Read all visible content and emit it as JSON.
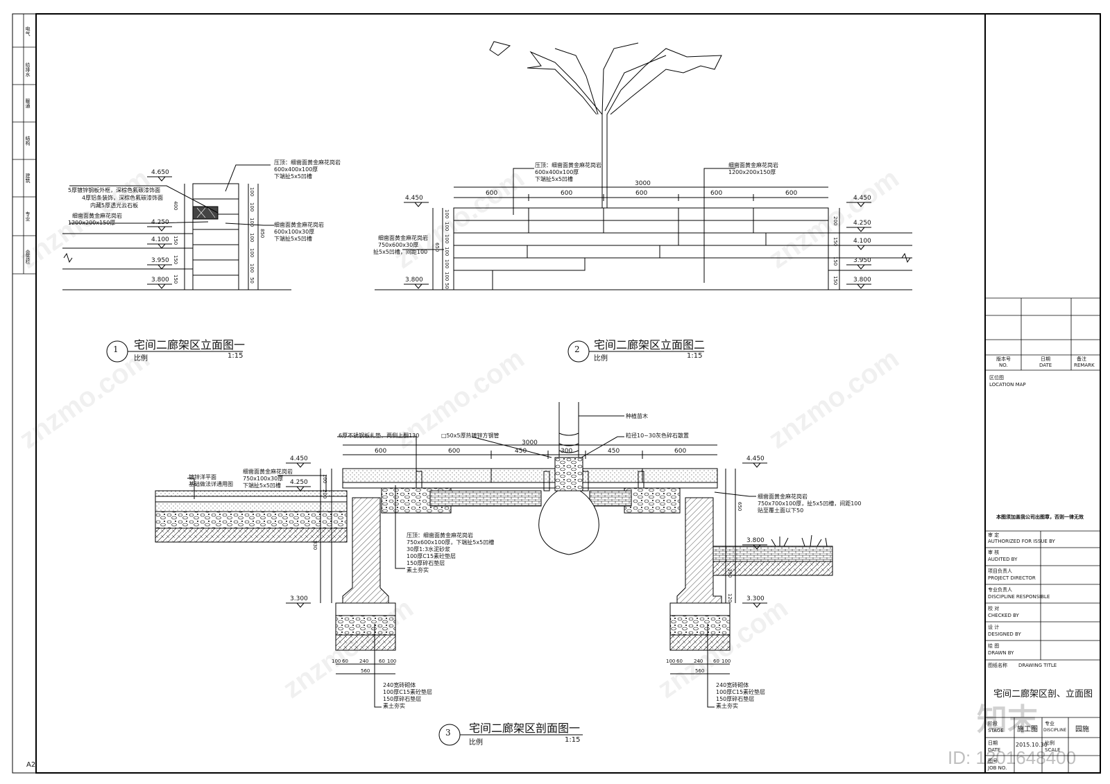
{
  "side_strip": [
    "电气",
    "给排水",
    "暖通",
    "结构",
    "建筑",
    "专业",
    "会签栏"
  ],
  "fig1": {
    "num": "1",
    "title": "宅间二廊架区立面图一",
    "scale_label": "比例",
    "scale": "1:15",
    "levels": [
      "4.650",
      "4.250",
      "4.100",
      "3.950",
      "3.800"
    ],
    "notes": [
      "压顶：细凿面黄金麻花岗岩",
      "600x400x100厚",
      "下端扯5x5凹槽",
      "5厚镀锌钢板外框，深棕色氟碳漆饰面",
      "4厚铝条装饰，深棕色氟碳漆饰面",
      "内藏5厚透光云石板",
      "细凿面黄金麻花岗岩",
      "1200x200x150厚",
      "细凿面黄金麻花岗岩",
      "600x100x30厚",
      "下端扯5x5凹槽"
    ],
    "dims_v": [
      "100",
      "100",
      "100",
      "100",
      "100",
      "100",
      "100",
      "50"
    ],
    "dims_side": [
      "400",
      "150",
      "150",
      "150"
    ],
    "dim_total": "850"
  },
  "fig2": {
    "num": "2",
    "title": "宅间二廊架区立面图二",
    "scale_label": "比例",
    "scale": "1:15",
    "total": "3000",
    "segments": [
      "600",
      "600",
      "600",
      "600",
      "600"
    ],
    "levels_left": [
      "4.450",
      "3.800"
    ],
    "levels_right": [
      "4.450",
      "4.250",
      "4.100",
      "3.950",
      "3.800"
    ],
    "notes": [
      "压顶：细凿面黄金麻花岗岩",
      "600x400x100厚",
      "下端扯5x5凹槽",
      "细凿面黄金麻花岗岩",
      "1200x200x150厚",
      "细凿面黄金麻花岗岩",
      "750x600x30厚",
      "扯5x5凹槽，间距100"
    ],
    "dims_left": [
      "100",
      "100",
      "100",
      "100",
      "100",
      "100",
      "50"
    ],
    "dim_left_total": "650",
    "dims_right": [
      "200",
      "150",
      "150",
      "150"
    ]
  },
  "fig3": {
    "num": "3",
    "title": "宅间二廊架区剖面图一",
    "scale_label": "比例",
    "scale": "1:15",
    "total": "3000",
    "segments": [
      "600",
      "600",
      "450",
      "300",
      "450",
      "600"
    ],
    "levels": [
      "4.450",
      "4.250",
      "3.300",
      "4.450",
      "3.800",
      "3.300"
    ],
    "notes_top": [
      "6厚不锈钢板扎垫，两侧上翻130",
      "□50x5厚热镀锌方钢管",
      "种植苗木",
      "粒径10~30灰色碎石散置"
    ],
    "notes_left": [
      "镀锌洋平面",
      "基础做法详通用图",
      "细凿面黄金麻花岗岩",
      "750x100x30厚",
      "下端扯5x5凹槽"
    ],
    "notes_mid": [
      "压顶：细凿面黄金麻花岗岩",
      "750x600x100厚，下端扯5x5凹槽",
      "30厚1:3水泥砂浆",
      "100厚C15素砼垫层",
      "150厚碎石垫层",
      "素土夯实"
    ],
    "notes_right": [
      "细凿面黄金麻花岗岩",
      "750x700x100厚，扯5x5凹槽，间距100",
      "贴至覆土面以下50"
    ],
    "foot_notes": [
      "240宽砖砌体",
      "100厚C15素砼垫层",
      "150厚碎石垫层",
      "素土夯实"
    ],
    "dims_left": [
      "100",
      "200",
      "830"
    ],
    "dims_right": [
      "650",
      "390",
      "120"
    ],
    "foot_dims": [
      "100",
      "60",
      "240",
      "60",
      "100"
    ],
    "foot_total": "560"
  },
  "title_block": {
    "rev_headers": [
      [
        "版本号",
        "NO."
      ],
      [
        "日期",
        "DATE"
      ],
      [
        "备注",
        "REMARK"
      ]
    ],
    "location": [
      "区位图",
      "LOCATION MAP"
    ],
    "notice": "本图须加盖我公司出图章，否则一律无效",
    "roles": [
      [
        "审 定",
        "AUTHORIZED FOR ISSUE BY"
      ],
      [
        "审 核",
        "AUDITED BY"
      ],
      [
        "项目负责人",
        "PROJECT DIRECTOR"
      ],
      [
        "专业负责人",
        "DISCIPLINE RESPONSIBLE"
      ],
      [
        "校 对",
        "CHECKED BY"
      ],
      [
        "设 计",
        "DESIGNED BY"
      ],
      [
        "绘 图",
        "DRAWN BY"
      ]
    ],
    "drawing_title_label": [
      "图纸名称",
      "DRAWING TITLE"
    ],
    "drawing_title": "宅间二廊架区剖、立面图",
    "stage_label": [
      "阶段",
      "STAGE"
    ],
    "stage": "施工图",
    "discipline_label": [
      "专业",
      "DISCIPLINE"
    ],
    "discipline": "园施",
    "date_label": [
      "日期",
      "DATE"
    ],
    "date": "2015.10.30",
    "scale_label": [
      "比例",
      "SCALE"
    ],
    "job_label": [
      "图号",
      "JOB NO."
    ]
  },
  "sheet_size": "A2",
  "watermark": "znzmo.com",
  "brand": "知末",
  "id_text": "ID: 1201648400"
}
